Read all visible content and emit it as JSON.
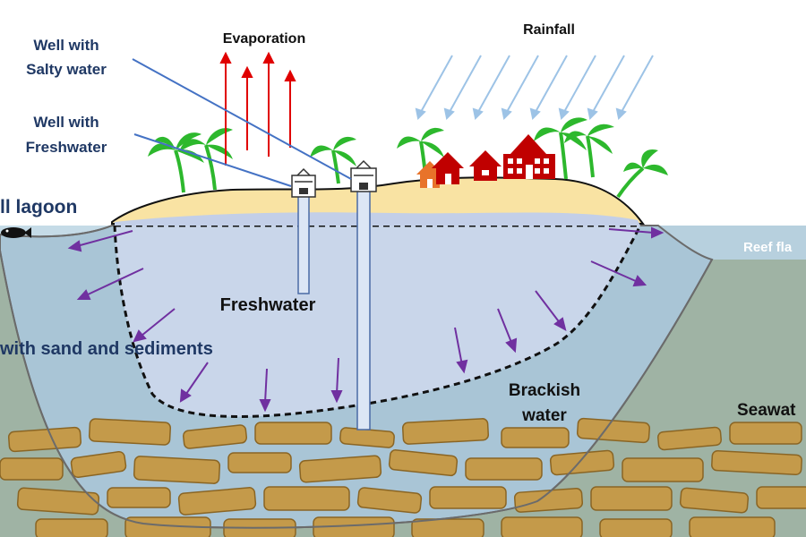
{
  "labels": {
    "evaporation": "Evaporation",
    "rainfall": "Rainfall",
    "well_salty_1": "Well with",
    "well_salty_2": "Salty water",
    "well_fresh_1": "Well with",
    "well_fresh_2": "Freshwater",
    "lagoon": "ll lagoon",
    "reef_flat": "Reef fla",
    "freshwater": "Freshwater",
    "sediments": "with sand and sediments",
    "brackish_1": "Brackish",
    "brackish_2": "water",
    "seawater": "Seawat"
  },
  "colors": {
    "sky": "#ffffff",
    "sand": "#f9e3a3",
    "lens": "#c9d6ea",
    "aquifer": "#a9c5d6",
    "seawater_bed": "#9fb3a4",
    "sea_surface": "#c5dbe7",
    "rock": "#c49a4a",
    "rock_edge": "#8a6524",
    "flow_arrow": "#7030a0",
    "evaporation_arrow": "#e00000",
    "rain": "#9dc3e6",
    "pointer_line": "#4472c4",
    "palm": "#2db82d",
    "house": "#c00000",
    "label_navy": "#1f3864"
  },
  "icons": [
    "palm-tree-icon",
    "house-icon",
    "school-building-icon",
    "well-icon",
    "fish-icon"
  ]
}
